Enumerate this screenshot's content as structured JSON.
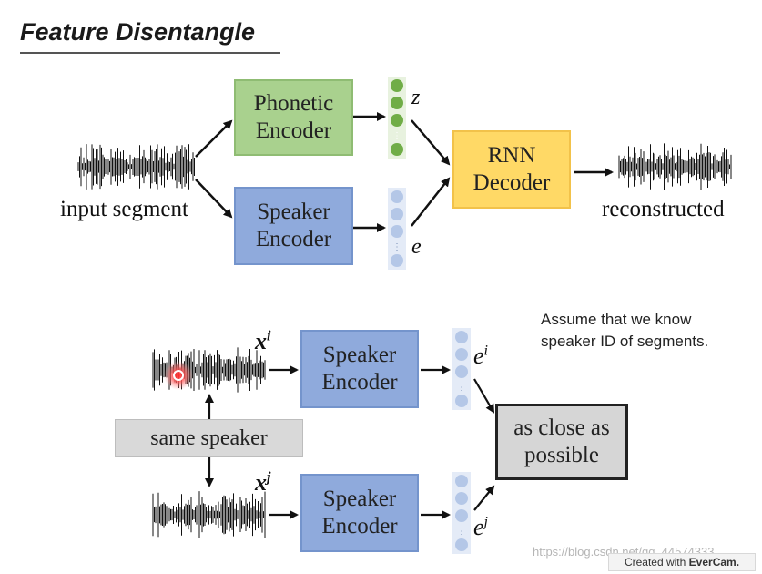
{
  "title": "Feature Disentangle",
  "top": {
    "input_label": "input segment",
    "phonetic_encoder": [
      "Phonetic",
      "Encoder"
    ],
    "speaker_encoder": [
      "Speaker",
      "Encoder"
    ],
    "rnn_decoder": [
      "RNN",
      "Decoder"
    ],
    "z_label": "z",
    "e_label": "e",
    "output_label": "reconstructed"
  },
  "bottom": {
    "note": [
      "Assume that we know",
      "speaker ID of segments."
    ],
    "speaker_encoder_1": [
      "Speaker",
      "Encoder"
    ],
    "speaker_encoder_2": [
      "Speaker",
      "Encoder"
    ],
    "same_speaker": "same speaker",
    "close_box": [
      "as close as",
      "possible"
    ],
    "x_i": {
      "base": "x",
      "sup": "i"
    },
    "x_j": {
      "base": "x",
      "sup": "j"
    },
    "e_i": {
      "base": "e",
      "sup": "i"
    },
    "e_j": {
      "base": "e",
      "sup": "j"
    }
  },
  "footer": {
    "watermark": "https://blog.csdn.net/qq_44574333",
    "evercam_prefix": "Created with",
    "evercam_brand": "EverCam."
  },
  "colors": {
    "phonetic": "#a9d18e",
    "speaker": "#8faadc",
    "decoder": "#ffd966",
    "green_dot": "#70ad47",
    "blue_dot": "#b4c7e7"
  }
}
